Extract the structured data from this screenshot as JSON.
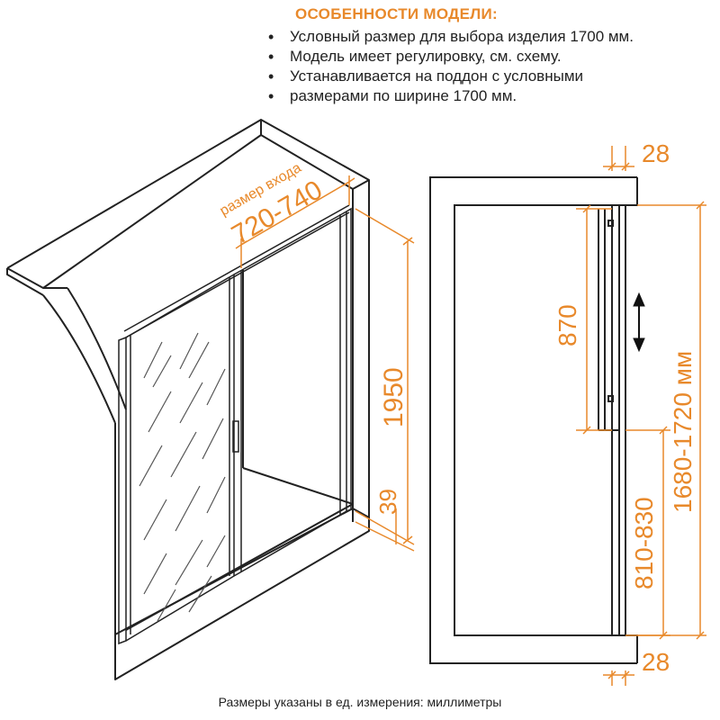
{
  "features": {
    "title": "ОСОБЕННОСТИ МОДЕЛИ:",
    "items": [
      "Условный размер для выбора изделия 1700 мм.",
      "Модель имеет регулировку, см. схему.",
      "Устанавливается на поддон с условными",
      "размерами по ширине 1700 мм."
    ]
  },
  "left_drawing": {
    "entrance_label": "размер входа",
    "entrance_size": "720-740",
    "height": "1950",
    "tray_offset": "39"
  },
  "right_drawing": {
    "top_gap": "28",
    "bottom_gap": "28",
    "adjust_range": "870",
    "lower_range": "810-830",
    "total_range": "1680-1720 мм"
  },
  "footer": "Размеры указаны в ед. измерения: миллиметры",
  "colors": {
    "accent": "#e8892b",
    "line": "#222222"
  }
}
